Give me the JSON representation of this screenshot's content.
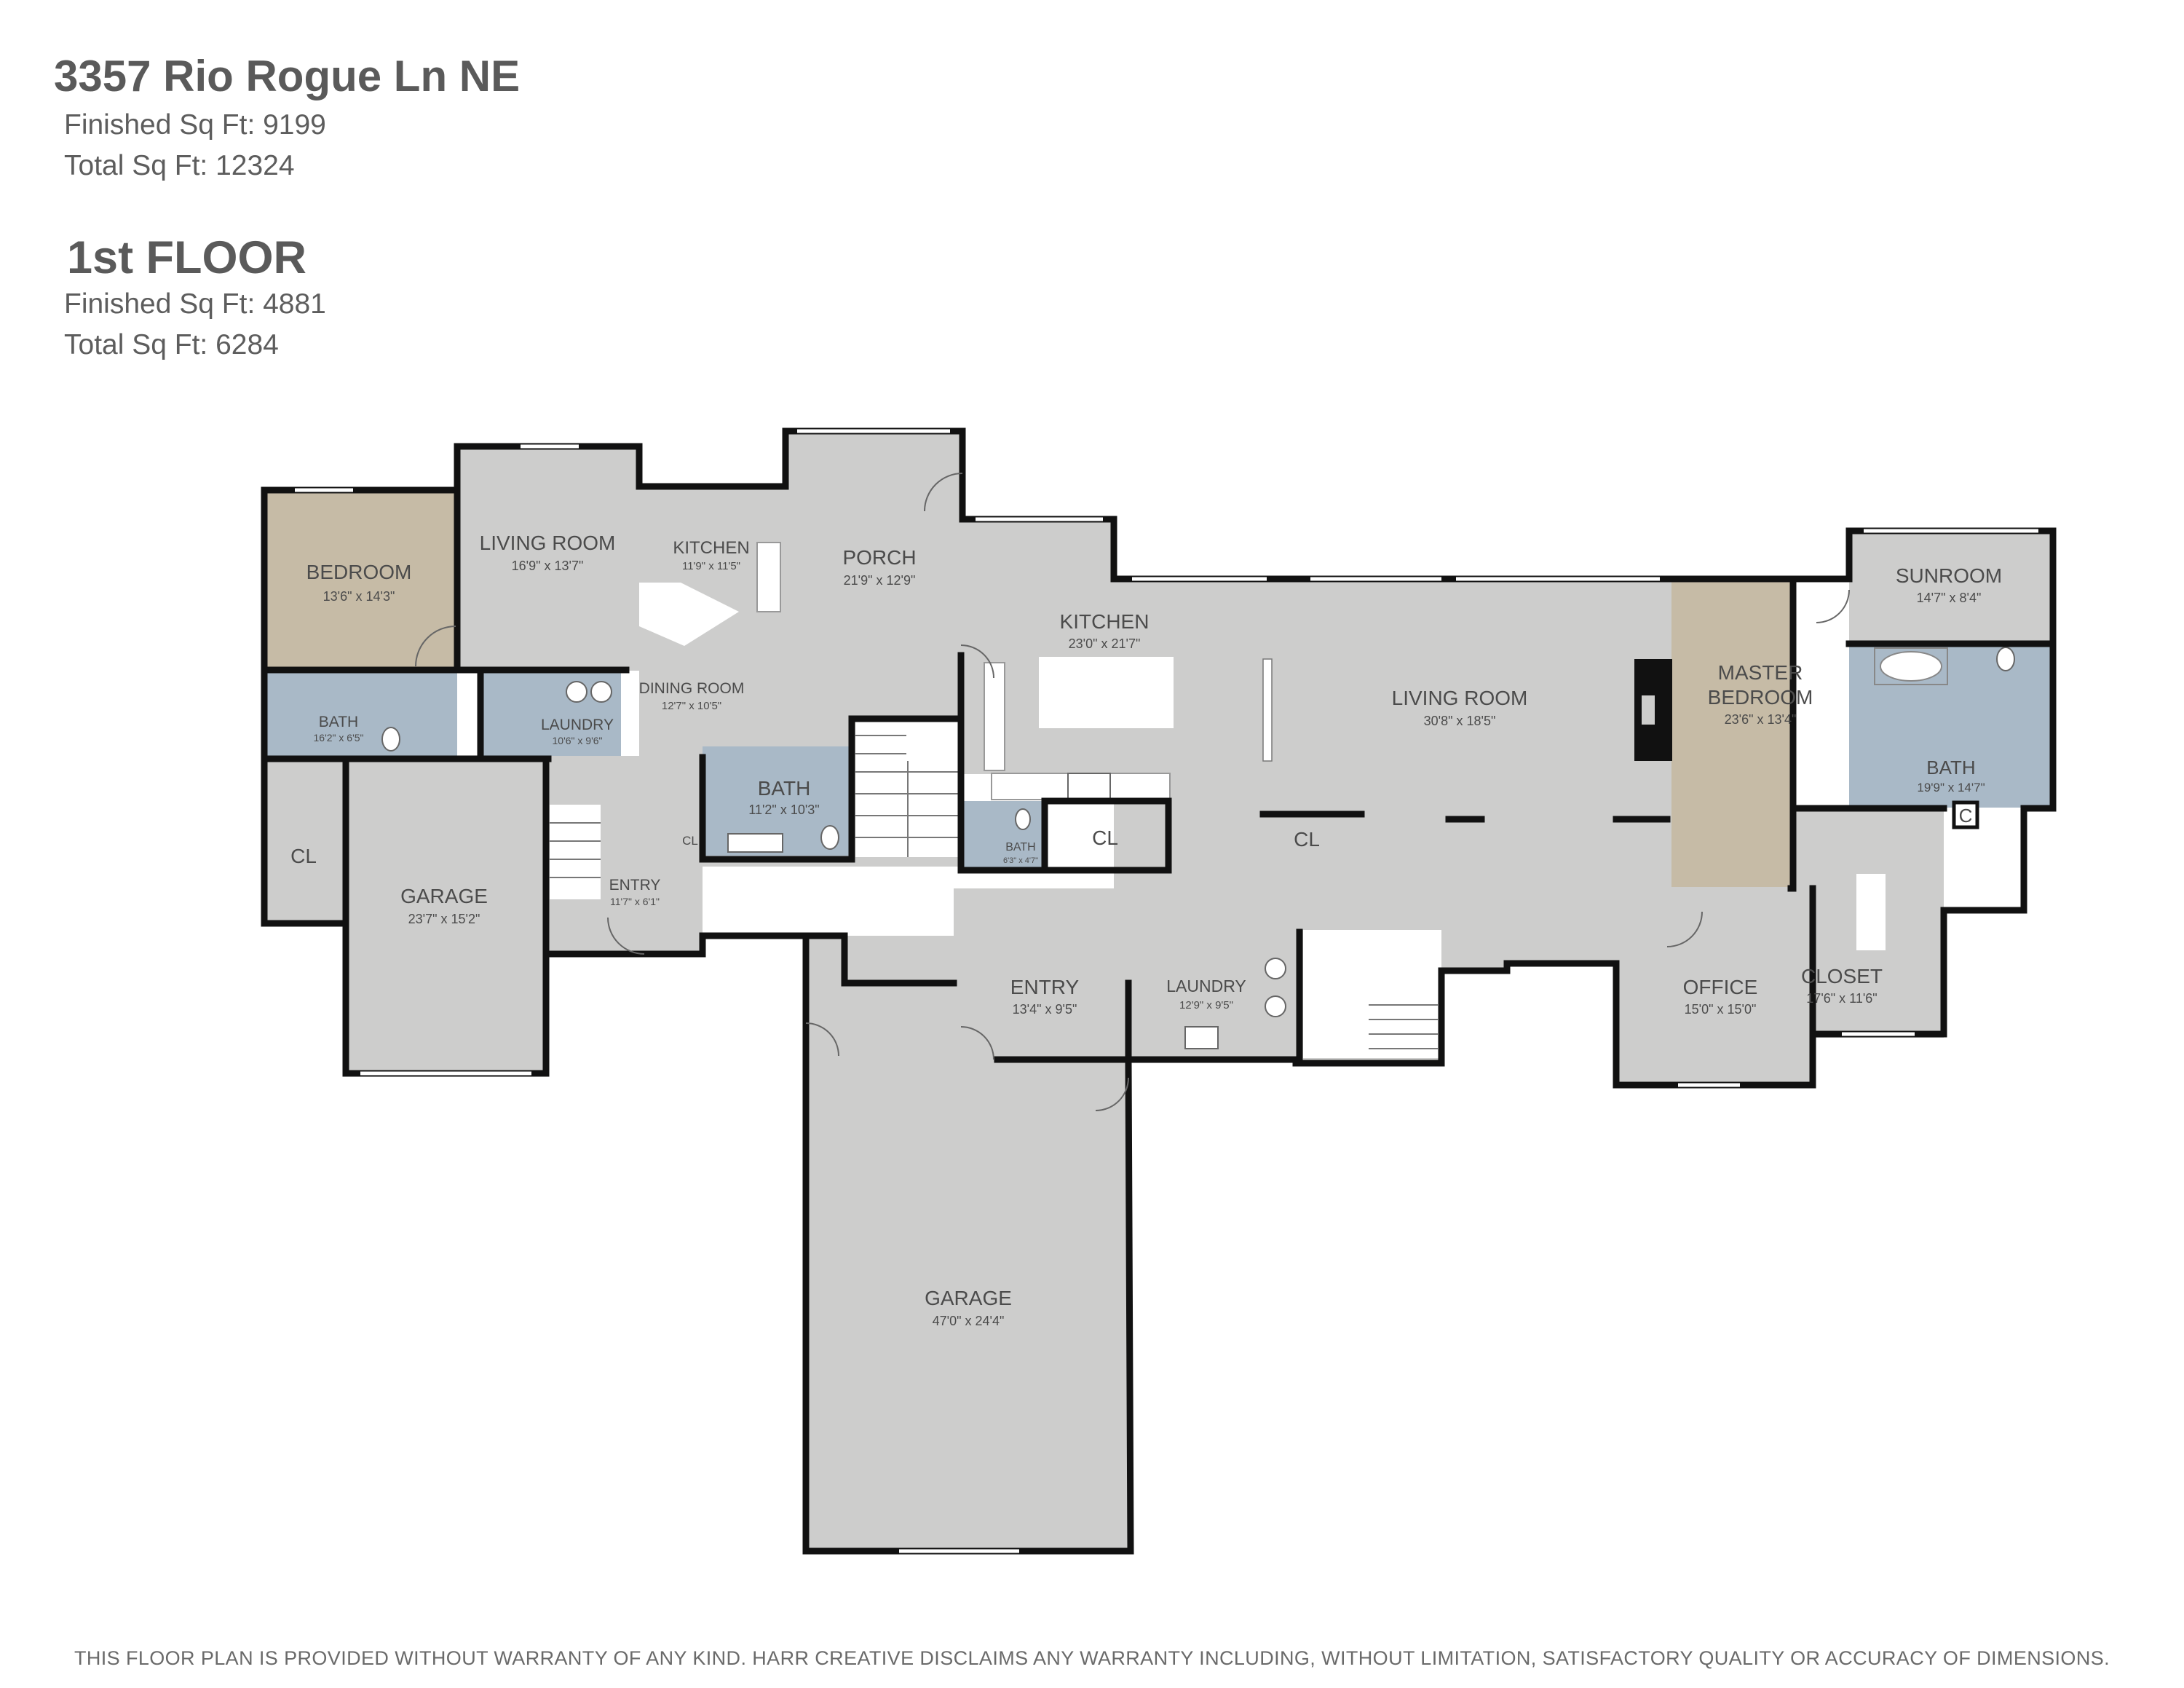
{
  "address": "3357 Rio Rogue Ln NE",
  "totals": {
    "finished": "Finished Sq Ft: 9199",
    "total": "Total Sq Ft: 12324"
  },
  "floor": {
    "title": "1st FLOOR",
    "finished": "Finished Sq Ft: 4881",
    "total": "Total Sq Ft: 6284"
  },
  "rooms": {
    "bedroom": {
      "name": "BEDROOM",
      "dims": "13'6\" x 14'3\""
    },
    "living_left": {
      "name": "LIVING ROOM",
      "dims": "16'9\" x 13'7\""
    },
    "kitchen_small": {
      "name": "KITCHEN",
      "dims": "11'9\" x 11'5\""
    },
    "porch": {
      "name": "PORCH",
      "dims": "21'9\" x 12'9\""
    },
    "dining": {
      "name": "DINING ROOM",
      "dims": "12'7\" x 10'5\""
    },
    "bath_left": {
      "name": "BATH",
      "dims": "16'2\" x 6'5\""
    },
    "laundry_left": {
      "name": "LAUNDRY",
      "dims": "10'6\" x 9'6\""
    },
    "cl_left": {
      "name": "CL"
    },
    "garage_small": {
      "name": "GARAGE",
      "dims": "23'7\" x 15'2\""
    },
    "bath_center": {
      "name": "BATH",
      "dims": "11'2\" x 10'3\""
    },
    "entry_left": {
      "name": "ENTRY",
      "dims": "11'7\" x 6'1\""
    },
    "cl_small": {
      "name": "CL"
    },
    "kitchen_main": {
      "name": "KITCHEN",
      "dims": "23'0\" x 21'7\""
    },
    "bath_small": {
      "name": "BATH",
      "dims": "6'3\" x 4'7\""
    },
    "cl_kitchen": {
      "name": "CL"
    },
    "living_main": {
      "name": "LIVING ROOM",
      "dims": "30'8\" x 18'5\""
    },
    "cl_center": {
      "name": "CL"
    },
    "master_bedroom": {
      "name_line1": "MASTER",
      "name_line2": "BEDROOM",
      "dims": "23'6\" x 13'4\""
    },
    "sunroom": {
      "name": "SUNROOM",
      "dims": "14'7\" x 8'4\""
    },
    "bath_master": {
      "name": "BATH",
      "dims": "19'9\" x 14'7\""
    },
    "closet_c": {
      "name": "C"
    },
    "entry_main": {
      "name": "ENTRY",
      "dims": "13'4\" x 9'5\""
    },
    "laundry_main": {
      "name": "LAUNDRY",
      "dims": "12'9\" x 9'5\""
    },
    "office": {
      "name": "OFFICE",
      "dims": "15'0\" x 15'0\""
    },
    "closet": {
      "name": "CLOSET",
      "dims": "17'6\" x 11'6\""
    },
    "garage_main": {
      "name": "GARAGE",
      "dims": "47'0\" x 24'4\""
    }
  },
  "colors": {
    "floor": "#cdcdcc",
    "bedroom": "#c6bba6",
    "bath": "#a9b9c7",
    "wall": "#111111",
    "window": "#ffffff"
  },
  "disclaimer": "THIS FLOOR PLAN IS PROVIDED WITHOUT WARRANTY OF ANY KIND. HARR CREATIVE DISCLAIMS ANY WARRANTY INCLUDING, WITHOUT LIMITATION, SATISFACTORY QUALITY OR ACCURACY OF DIMENSIONS."
}
